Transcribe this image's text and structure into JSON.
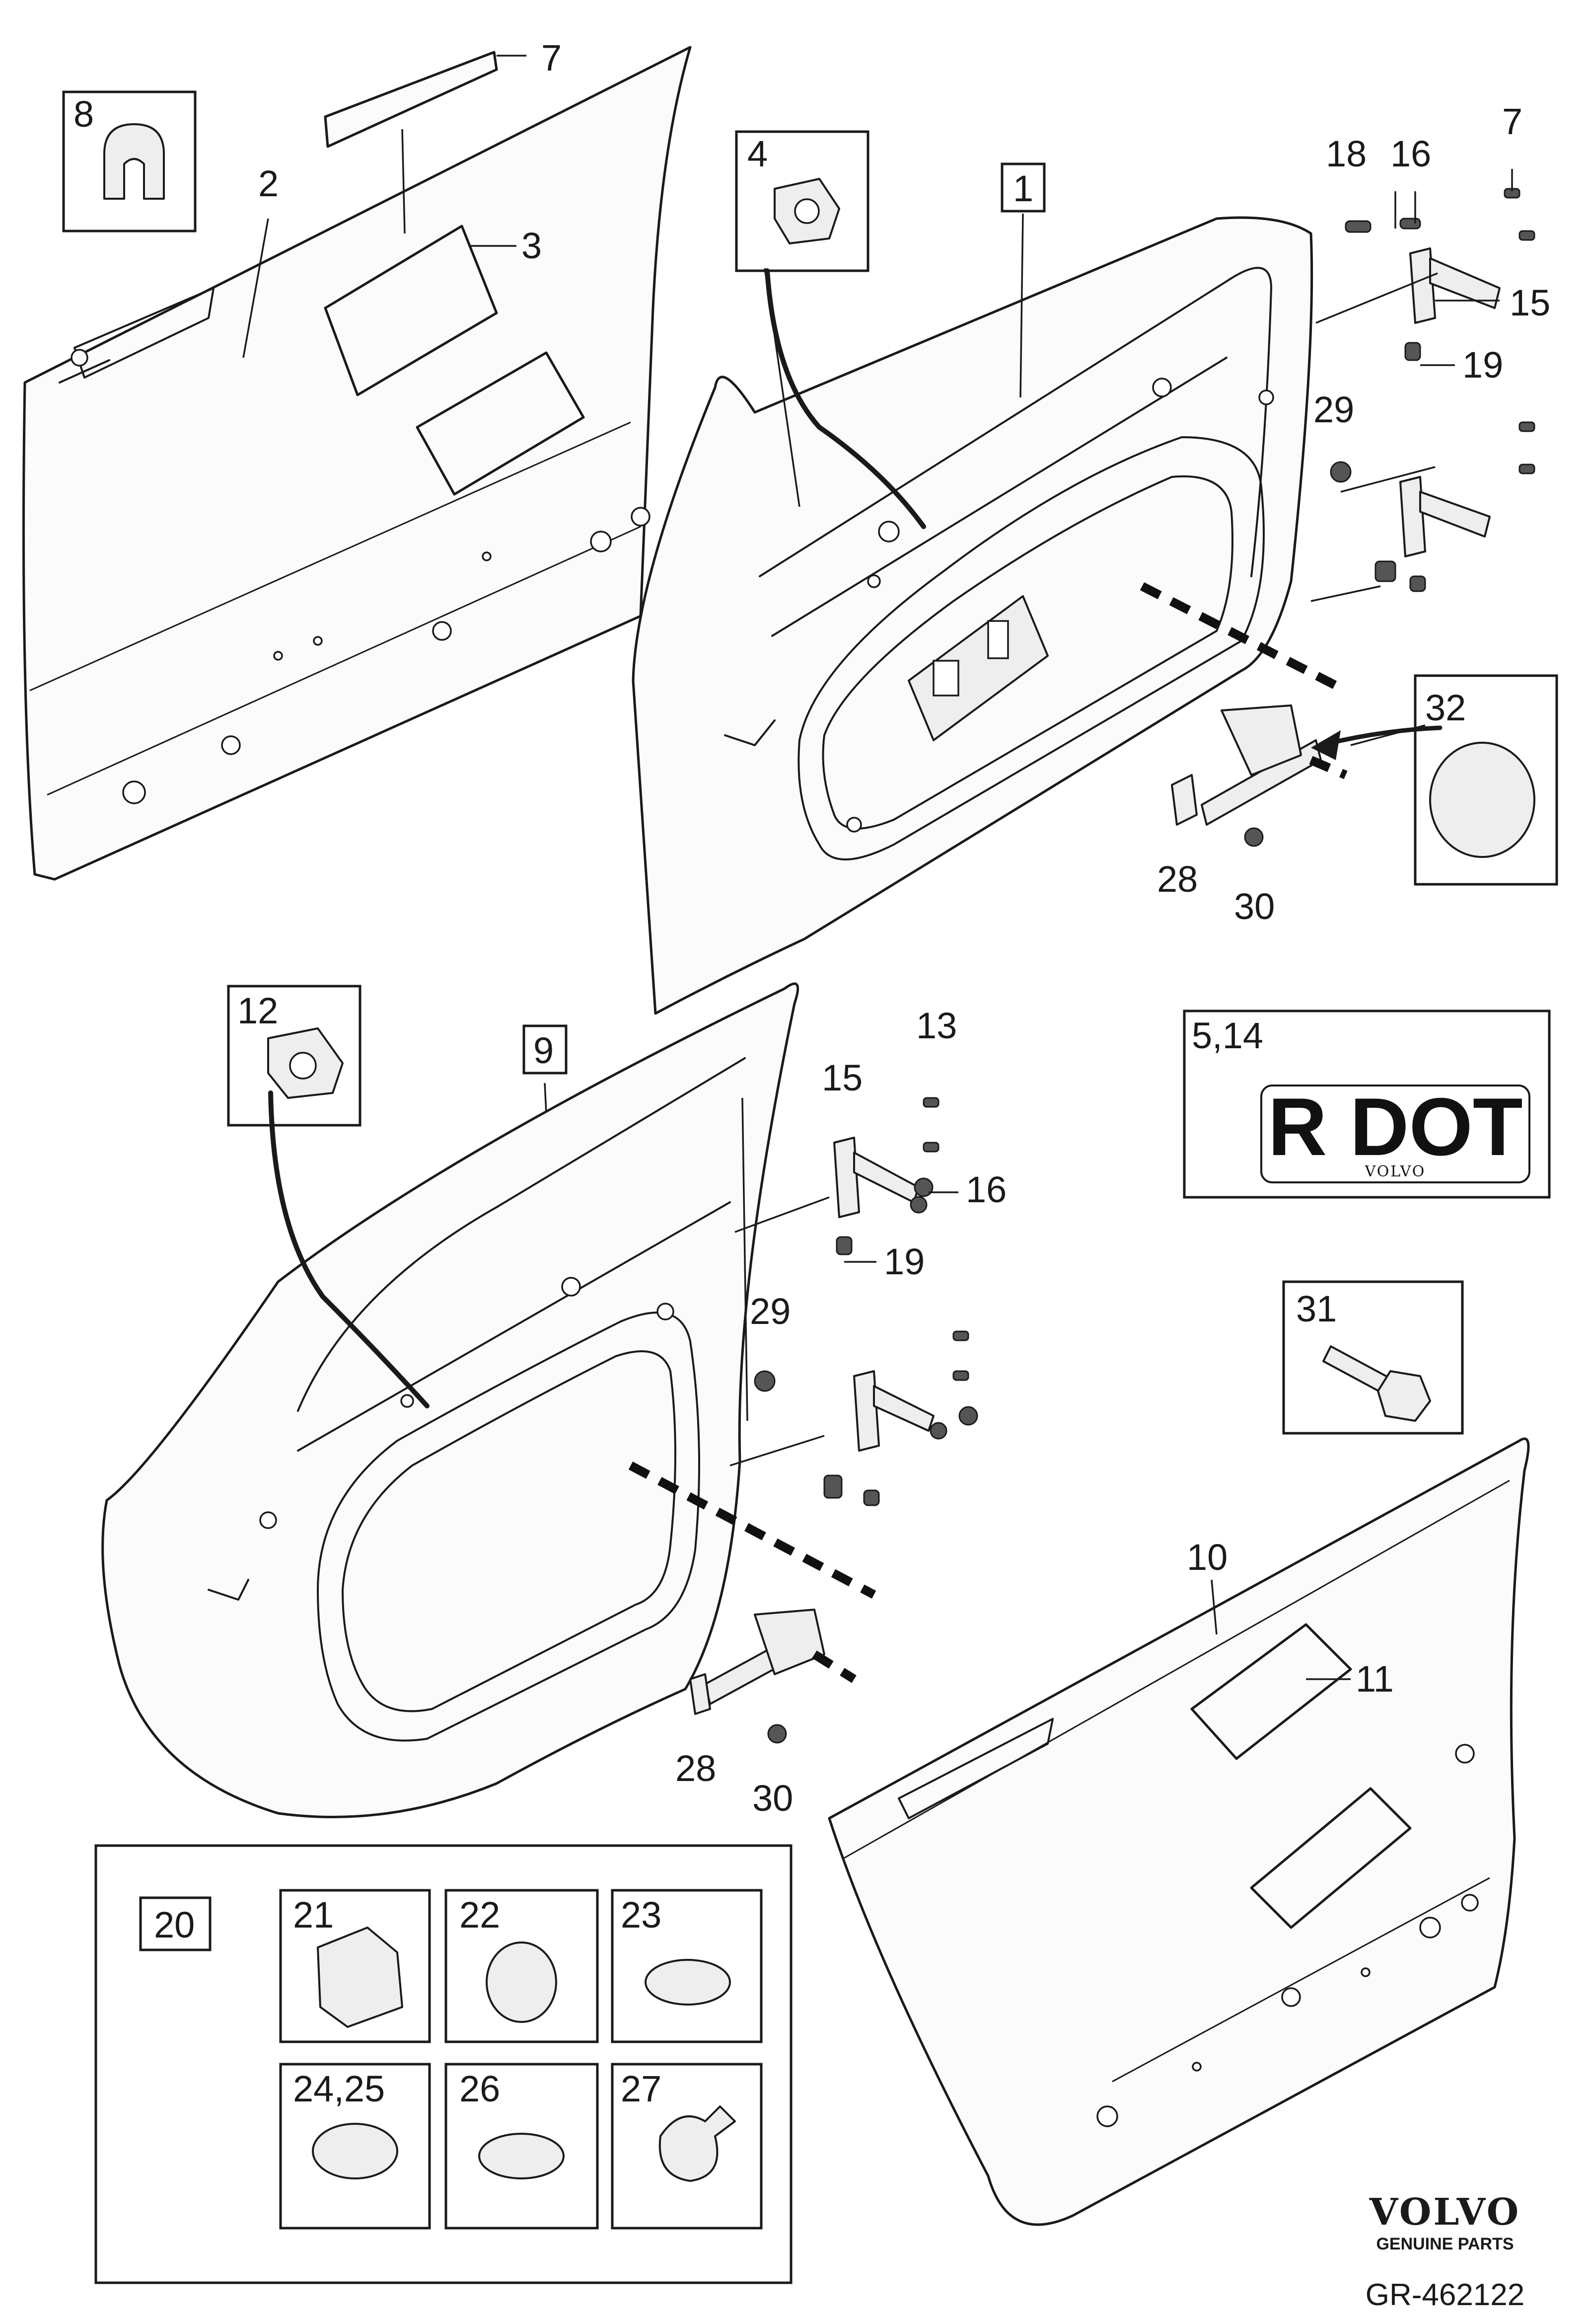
{
  "callouts": {
    "c1": "1",
    "c2": "2",
    "c3": "3",
    "c4": "4",
    "c7a": "7",
    "c7b": "7",
    "c8": "8",
    "c9": "9",
    "c10": "10",
    "c11": "11",
    "c12": "12",
    "c13": "13",
    "c15a": "15",
    "c15b": "15",
    "c16a": "16",
    "c16b": "16",
    "c18": "18",
    "c19a": "19",
    "c19b": "19",
    "c20": "20",
    "c21": "21",
    "c22": "22",
    "c23": "23",
    "c2425": "24,25",
    "c26": "26",
    "c27": "27",
    "c28a": "28",
    "c28b": "28",
    "c29a": "29",
    "c29b": "29",
    "c30a": "30",
    "c30b": "30",
    "c31": "31",
    "c32": "32",
    "c514": "5,14"
  },
  "decal": {
    "main": "R DOT",
    "sub": "VOLVO"
  },
  "brand": {
    "name": "VOLVO",
    "tagline": "GENUINE PARTS"
  },
  "reference": "GR-462122",
  "colors": {
    "ink": "#1a1a1a",
    "paper": "#ffffff",
    "panel": "#fbfbfb"
  }
}
